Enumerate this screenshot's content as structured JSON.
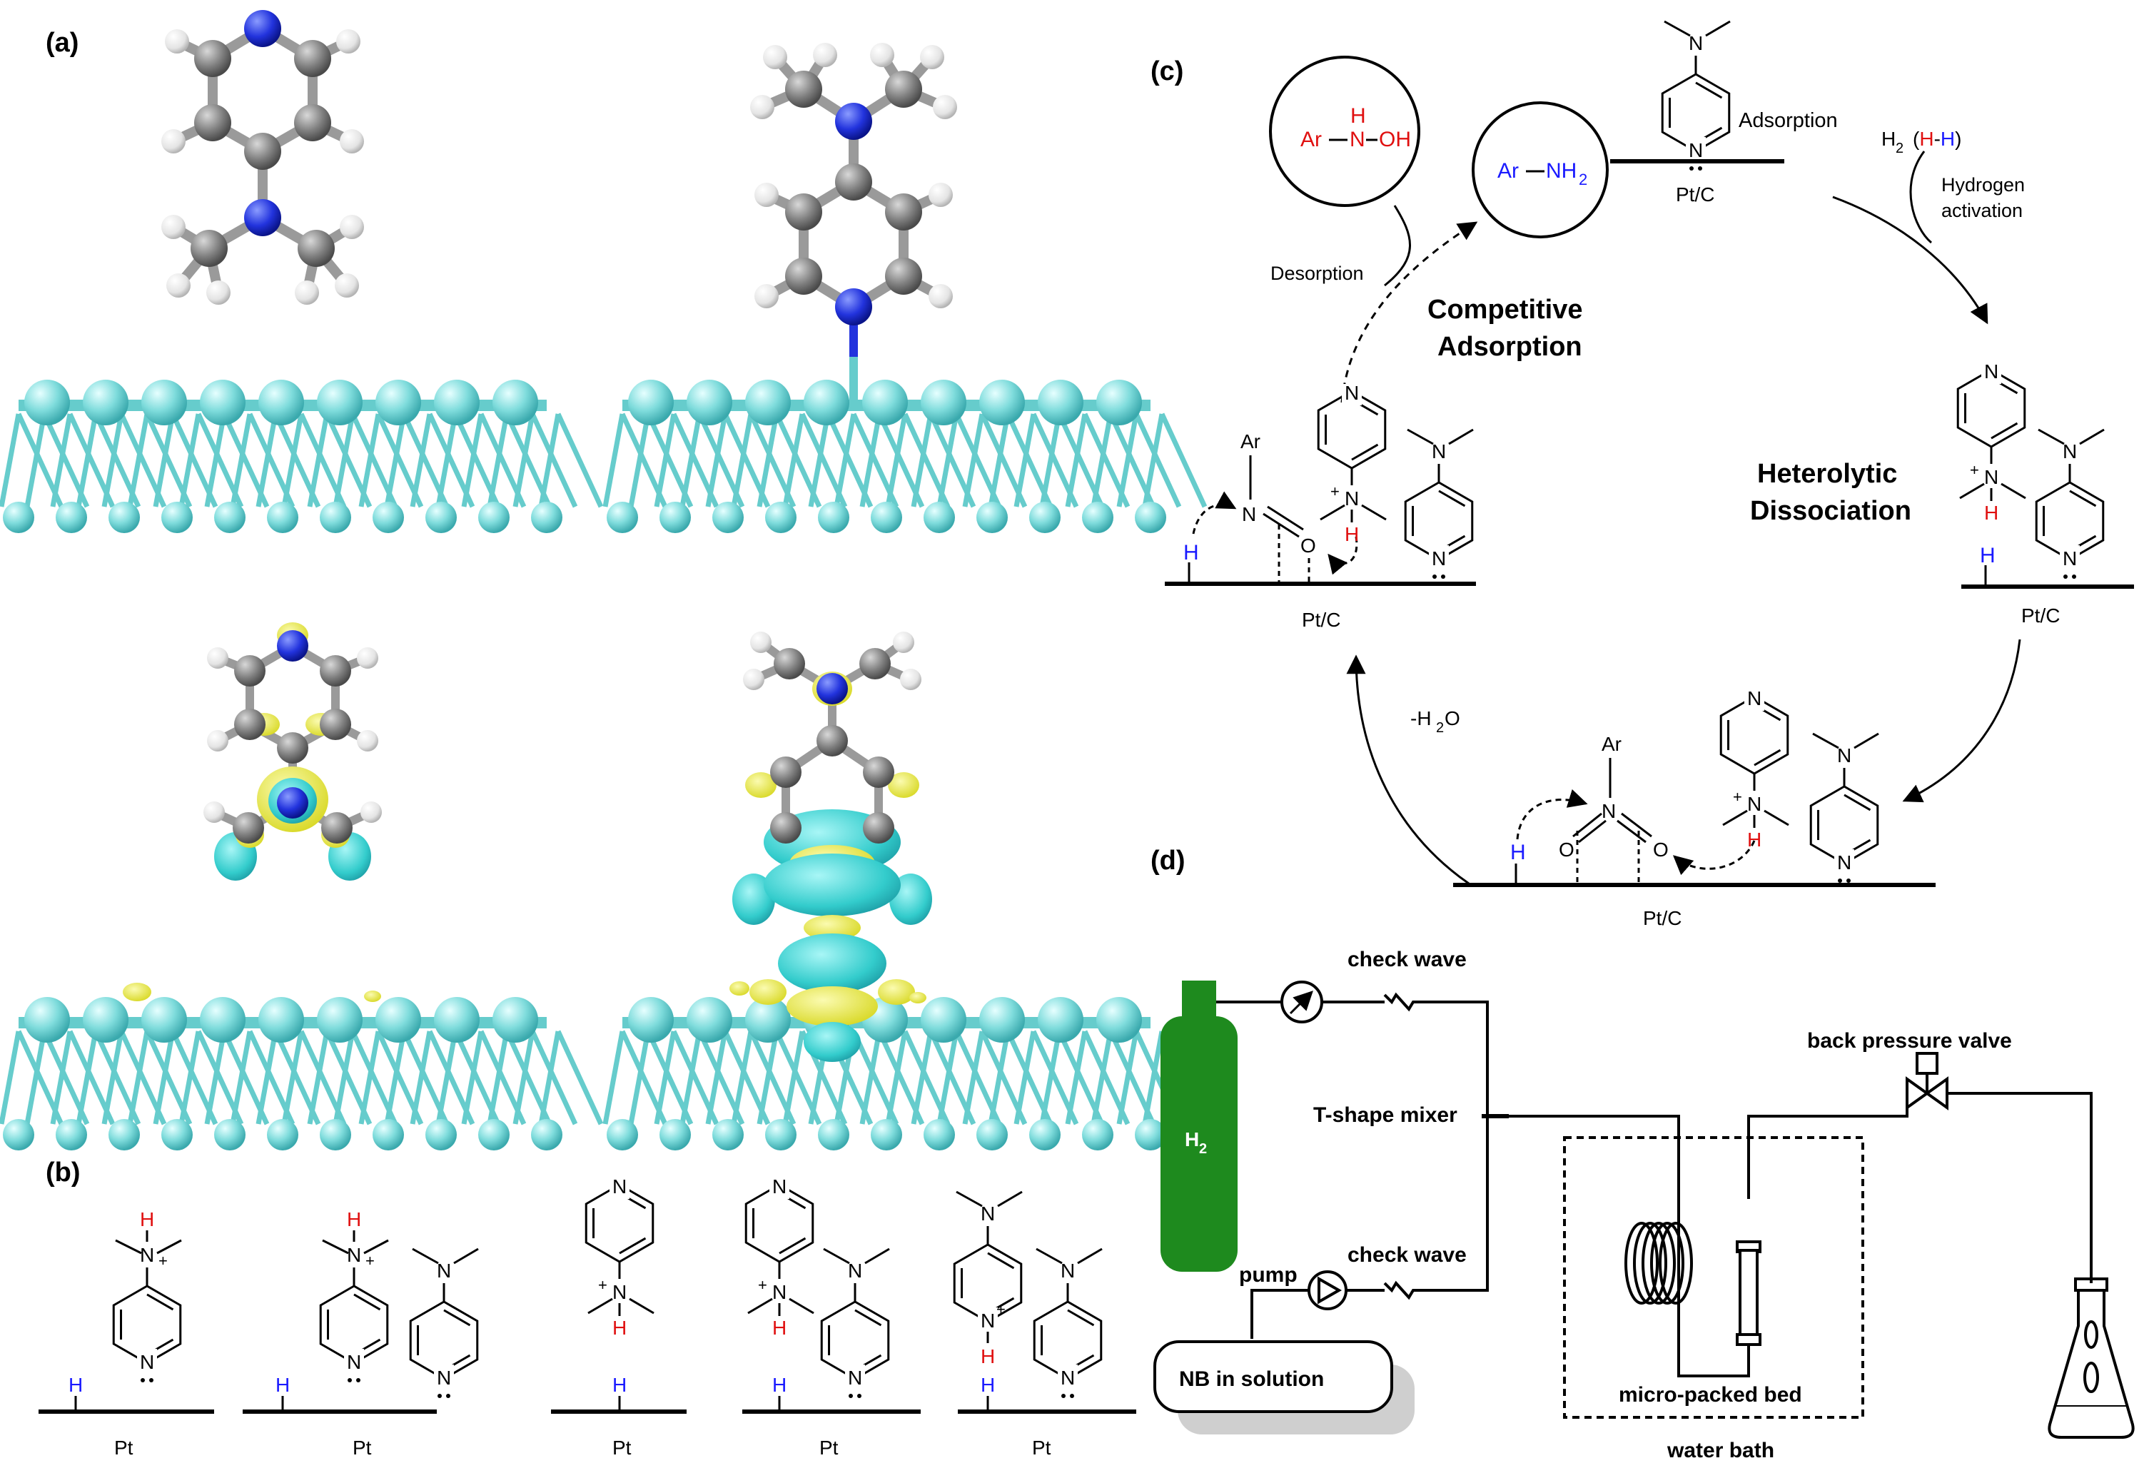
{
  "panels": {
    "a": "(a)",
    "b": "(b)",
    "c": "(c)",
    "d": "(d)"
  },
  "colors": {
    "pt_surface": "#7fdcdc",
    "pt_bond": "#66cccc",
    "carbon": "#7a7a7a",
    "hydrogen": "#ececec",
    "nitrogen": "#2233dd",
    "density_cyan": "#33cccc",
    "density_yellow": "#e6e633",
    "blue_text": "#1a1aff",
    "red_text": "#e01010",
    "h2_cylinder": "#1e8a1e"
  },
  "panel_b": {
    "surface_label": "Pt",
    "h_label": "H",
    "n_label": "N",
    "plus": "+"
  },
  "panel_c": {
    "hydroxylamine_text": {
      "ar": "Ar",
      "n": "N",
      "oh": "OH",
      "h": "H"
    },
    "amine_text": {
      "ar": "Ar",
      "nh2": "NH",
      "sub2": "2"
    },
    "adsorption": "Adsorption",
    "support": "Pt/C",
    "h2_label": "H",
    "h2_sub": "2",
    "h2_paren": "(H-H)",
    "hydrogen_activation_line1": "Hydrogen",
    "hydrogen_activation_line2": "activation",
    "desorption": "Desorption",
    "competitive_line1": "Competitive",
    "competitive_line2": "Adsorption",
    "heterolytic_line1": "Heterolytic",
    "heterolytic_line2": "Dissociation",
    "minus_water": "-H",
    "minus_water_sub": "2",
    "minus_water_o": "O",
    "ar": "Ar",
    "n": "N",
    "o": "O",
    "h": "H",
    "plus": "+"
  },
  "panel_d": {
    "check_wave_top": "check wave",
    "check_wave_bottom": "check wave",
    "t_mixer": "T-shape mixer",
    "back_pressure": "back pressure valve",
    "pump": "pump",
    "h2_label": "H",
    "h2_sub": "2",
    "nb_solution": "NB in solution",
    "micro_packed_bed": "micro-packed bed",
    "water_bath": "water bath"
  }
}
